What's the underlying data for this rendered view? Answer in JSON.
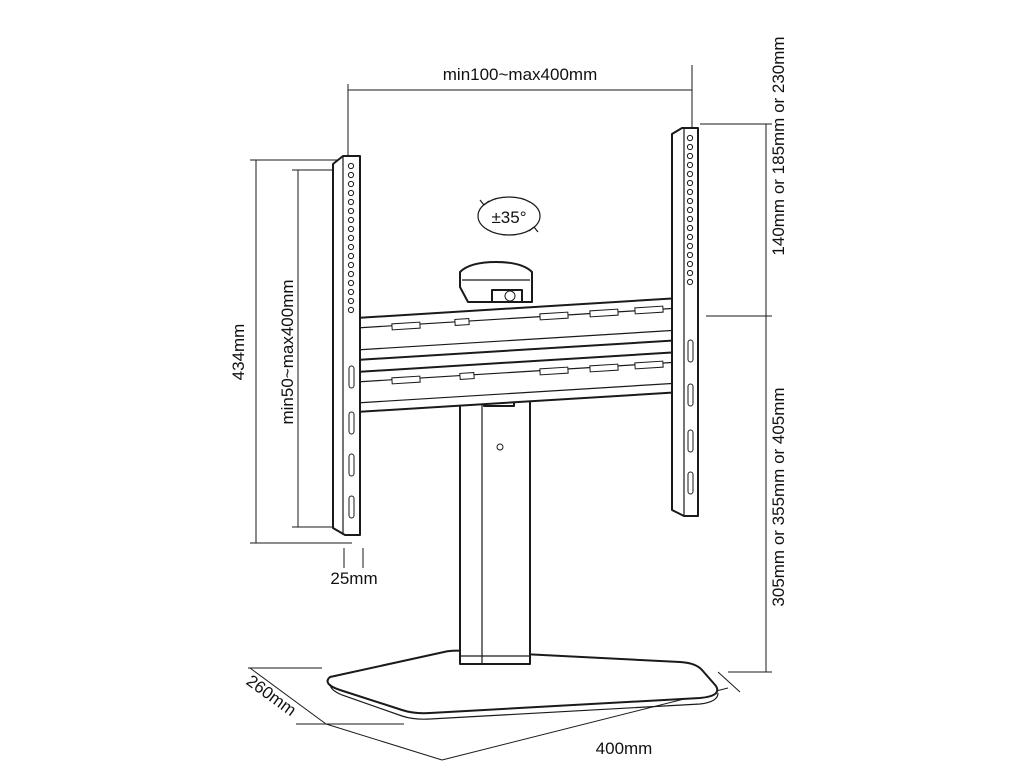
{
  "dimensions": {
    "vesa_width": "min100~max400mm",
    "rotation": "±35°",
    "total_height": "434mm",
    "vesa_height": "min50~max400mm",
    "arm_offset": "25mm",
    "upper_heights": "140mm or 185mm or 230mm",
    "lower_heights": "305mm or 355mm or 405mm",
    "base_depth": "260mm",
    "base_width": "400mm"
  }
}
